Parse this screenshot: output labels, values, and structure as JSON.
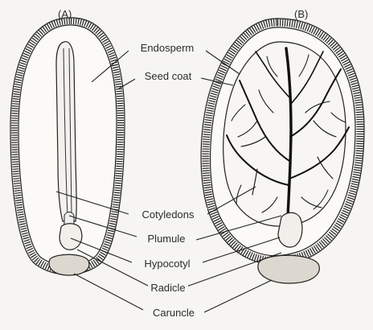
{
  "panels": {
    "a": {
      "letter": "(A)"
    },
    "b": {
      "letter": "(B)"
    }
  },
  "labels": {
    "endosperm": "Endosperm",
    "seed_coat": "Seed coat",
    "cotyledons": "Cotyledons",
    "plumule": "Plumule",
    "hypocotyl": "Hypocotyl",
    "radicle": "Radicle",
    "caruncle": "Caruncle"
  },
  "colors": {
    "background": "#f6f5f1",
    "ink": "#222222",
    "endosperm_fill": "#fbfaf7",
    "caruncle_fill": "#dcd8cf"
  }
}
